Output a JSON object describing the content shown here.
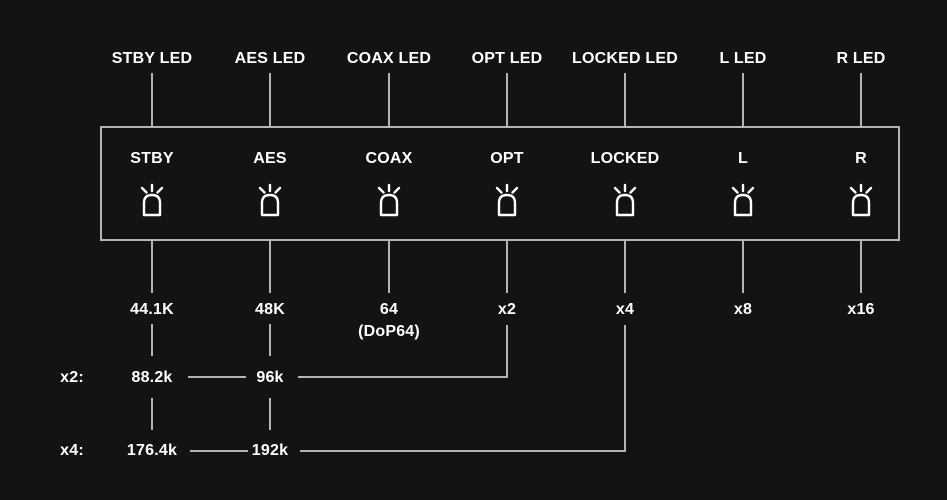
{
  "diagram": {
    "description": "LED sample-rate indicator diagram",
    "icons": {
      "led": "beacon-with-rays"
    },
    "columns": [
      {
        "id": "stby",
        "top_label": "STBY LED",
        "panel_label": "STBY",
        "value": "44.1K"
      },
      {
        "id": "aes",
        "top_label": "AES LED",
        "panel_label": "AES",
        "value": "48K"
      },
      {
        "id": "coax",
        "top_label": "COAX LED",
        "panel_label": "COAX",
        "value": "64",
        "value_note": "(DoP64)"
      },
      {
        "id": "opt",
        "top_label": "OPT LED",
        "panel_label": "OPT",
        "value": "x2"
      },
      {
        "id": "locked",
        "top_label": "LOCKED LED",
        "panel_label": "LOCKED",
        "value": "x4"
      },
      {
        "id": "l",
        "top_label": "L LED",
        "panel_label": "L",
        "value": "x8"
      },
      {
        "id": "r",
        "top_label": "R LED",
        "panel_label": "R",
        "value": "x16"
      }
    ],
    "multiplier_rows": [
      {
        "label": "x2:",
        "values": [
          "88.2k",
          "96k"
        ]
      },
      {
        "label": "x4:",
        "values": [
          "176.4k",
          "192k"
        ]
      }
    ],
    "colors": {
      "background": "#131316",
      "line": "#b4b4b4",
      "text": "#ffffff"
    }
  }
}
